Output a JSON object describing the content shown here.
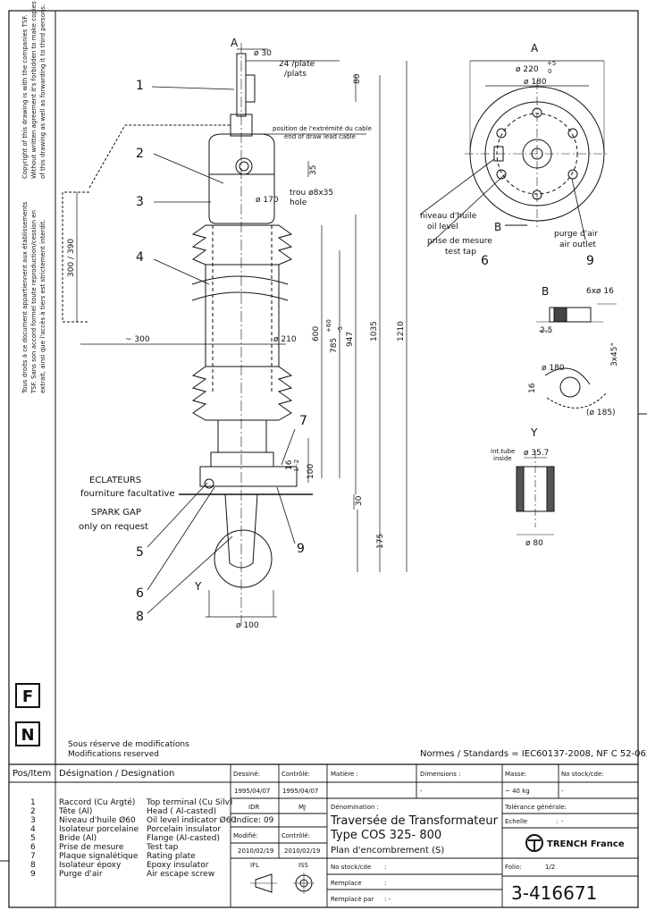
{
  "copyright": {
    "en_lines": [
      "Copyright of this drawing is with the companies TSF.",
      "Without written agreement it's forbidden to make copies",
      "of this drawing as well as forwarding it to third persons."
    ],
    "fr_lines": [
      "Tous droits à ce document appartiennent aux établissements",
      "TSF. Sans son accord formel toute reproduction/cession en",
      "extrait, ainsi que l'accès à tiers est strictement interdit."
    ]
  },
  "side_letters": [
    "F",
    "N"
  ],
  "dims": {
    "d30": "ø 30",
    "plate": "24 /plate",
    "plats": "/plats",
    "d80": "80",
    "tip_fr": "position de l'extrémité du cable",
    "tip_en": "end of draw lead cable",
    "d35": "35",
    "d170": "ø 170",
    "hole_fr": "trou ø8x35",
    "hole_en": "hole",
    "d300_390": "300 / 390",
    "d300": "~ 300",
    "d210": "ø 210",
    "d600": "600",
    "d785": "785",
    "d785_tol_up": "+60",
    "d785_tol_dn": "-5",
    "d947": "947",
    "d1035": "1035",
    "d1210": "1210",
    "d16": "16",
    "d16_tol": "-1  -2",
    "d100": "100",
    "d30b": "30",
    "d175": "175",
    "d100b": "ø 100"
  },
  "spark": {
    "fr1": "ECLATEURS",
    "fr2": "fourniture facultative",
    "en1": "SPARK  GAP",
    "en2": "only on request"
  },
  "callouts": [
    "1",
    "2",
    "3",
    "4",
    "5",
    "6",
    "7",
    "8",
    "9"
  ],
  "view_a": {
    "label": "A",
    "d220": "ø 220",
    "d220_tol_up": "+5",
    "d220_tol_dn": "0",
    "d180": "ø 180",
    "oil_fr": "niveau d'huile",
    "oil_en": "oil level",
    "tap_fr": "prise de mesure",
    "tap_en": "test tap",
    "tap_num": "6",
    "air_fr": "purge d'air",
    "air_en": "air outlet",
    "air_num": "9",
    "b_label": "B"
  },
  "view_b": {
    "label": "B",
    "holes": "6xø 16",
    "d25": "2.5",
    "chamfer": "3x45°",
    "d180": "ø 180",
    "d16": "16",
    "d185": "(ø 185)"
  },
  "view_y": {
    "label": "Y",
    "tube_en": "int.tube",
    "tube_fr": "inside",
    "d357": "ø 35.7",
    "d80": "ø 80"
  },
  "section_arrow_a": "A",
  "y_label": "Y",
  "notes": {
    "mods_fr": "Sous réserve de modifications",
    "mods_en": "Modifications reserved",
    "standards": "Normes / Standards = IEC60137-2008, NF C 52-062"
  },
  "title_block": {
    "pos_header": "Pos/Item",
    "desig_header": "Désignation / Designation",
    "items": [
      {
        "pos": "1",
        "fr": "Raccord (Cu Argté)",
        "en": "Top terminal (Cu Silv)"
      },
      {
        "pos": "2",
        "fr": "Tête (Al)",
        "en": "Head ( Al-casted)"
      },
      {
        "pos": "3",
        "fr": "Niveau d'huile Ø60",
        "en": "Oil level indicator Ø60"
      },
      {
        "pos": "4",
        "fr": "Isolateur porcelaine",
        "en": "Porcelain insulator"
      },
      {
        "pos": "5",
        "fr": "Bride (Al)",
        "en": "Flange (Al-casted)"
      },
      {
        "pos": "6",
        "fr": "Prise de mesure",
        "en": "Test tap"
      },
      {
        "pos": "7",
        "fr": "Plaque signalétique",
        "en": "Rating plate"
      },
      {
        "pos": "8",
        "fr": "Isolateur époxy",
        "en": "Epoxy insulator"
      },
      {
        "pos": "9",
        "fr": "Purge d'air",
        "en": "Air escape screw"
      }
    ],
    "dessine_label": "Dessiné:",
    "dessine_date": "1995/04/07",
    "dessine_by": "IDR",
    "controle_label": "Contrôlé:",
    "controle_date": "1995/04/07",
    "controle_by": "MJ",
    "indice": "Indice: 09",
    "modifie_label": "Modifié:",
    "modifie_date": "2010/02/19",
    "modifie_by": "IFL",
    "controle2_label": "Contrôlé:",
    "controle2_date": "2010/02/19",
    "controle2_by": "ISS",
    "matiere": "Matière :",
    "dimensions": "Dimensions :",
    "dim_val": "-",
    "masse_label": "Masse:",
    "masse_val": "~ 40 kg",
    "stack_label": "No stock/cde:",
    "stack_val": "-",
    "tol_label": "Tolérance générale:",
    "tol_val": "-",
    "denom": "Dénomination :",
    "title1": "Traversée de Transformateur",
    "title2": "Type COS 325- 800",
    "title3": "Plan d'encombrement (S)",
    "echelle": "Echelle",
    "echelle_val": ":",
    "company": "TRENCH France",
    "nostock": "No stock/cde",
    "nostock_val": ":",
    "remplace": "Remplace",
    "remplace_val": ":",
    "remplace_par": "Remplacé par",
    "remplace_par_val": ": -",
    "folio_label": "Folio:",
    "folio_val": "1/2",
    "drawing_no": "3-416671"
  }
}
